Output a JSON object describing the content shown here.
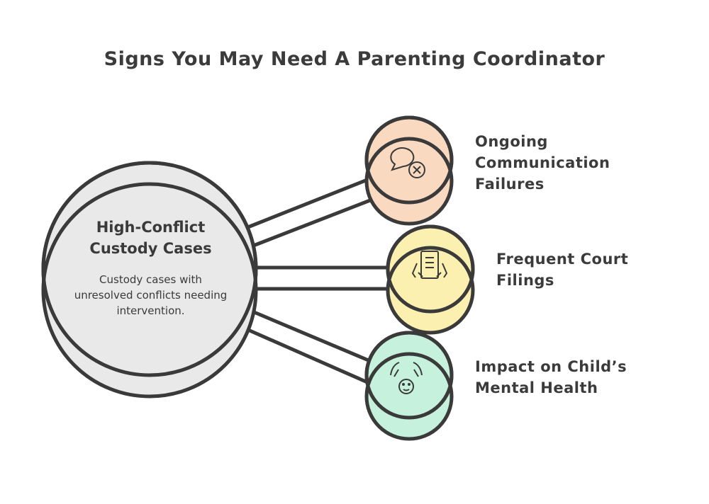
{
  "title": "Signs You May Need A Parenting Coordinator",
  "center": {
    "title": "High-Conflict Custody Cases",
    "description": "Custody cases with unresolved conflicts needing intervention.",
    "color": "#e9e9e9"
  },
  "branches": [
    {
      "label": "Ongoing Communication Failures",
      "icon": "speech-bubble-x-icon",
      "color": "#f9d9c0"
    },
    {
      "label": "Frequent Court Filings",
      "icon": "hands-holding-document-icon",
      "color": "#fbf0b0"
    },
    {
      "label": "Impact on Child’s Mental Health",
      "icon": "hands-over-child-face-icon",
      "color": "#c6f1dc"
    }
  ],
  "stroke_color": "#3a3a3a"
}
